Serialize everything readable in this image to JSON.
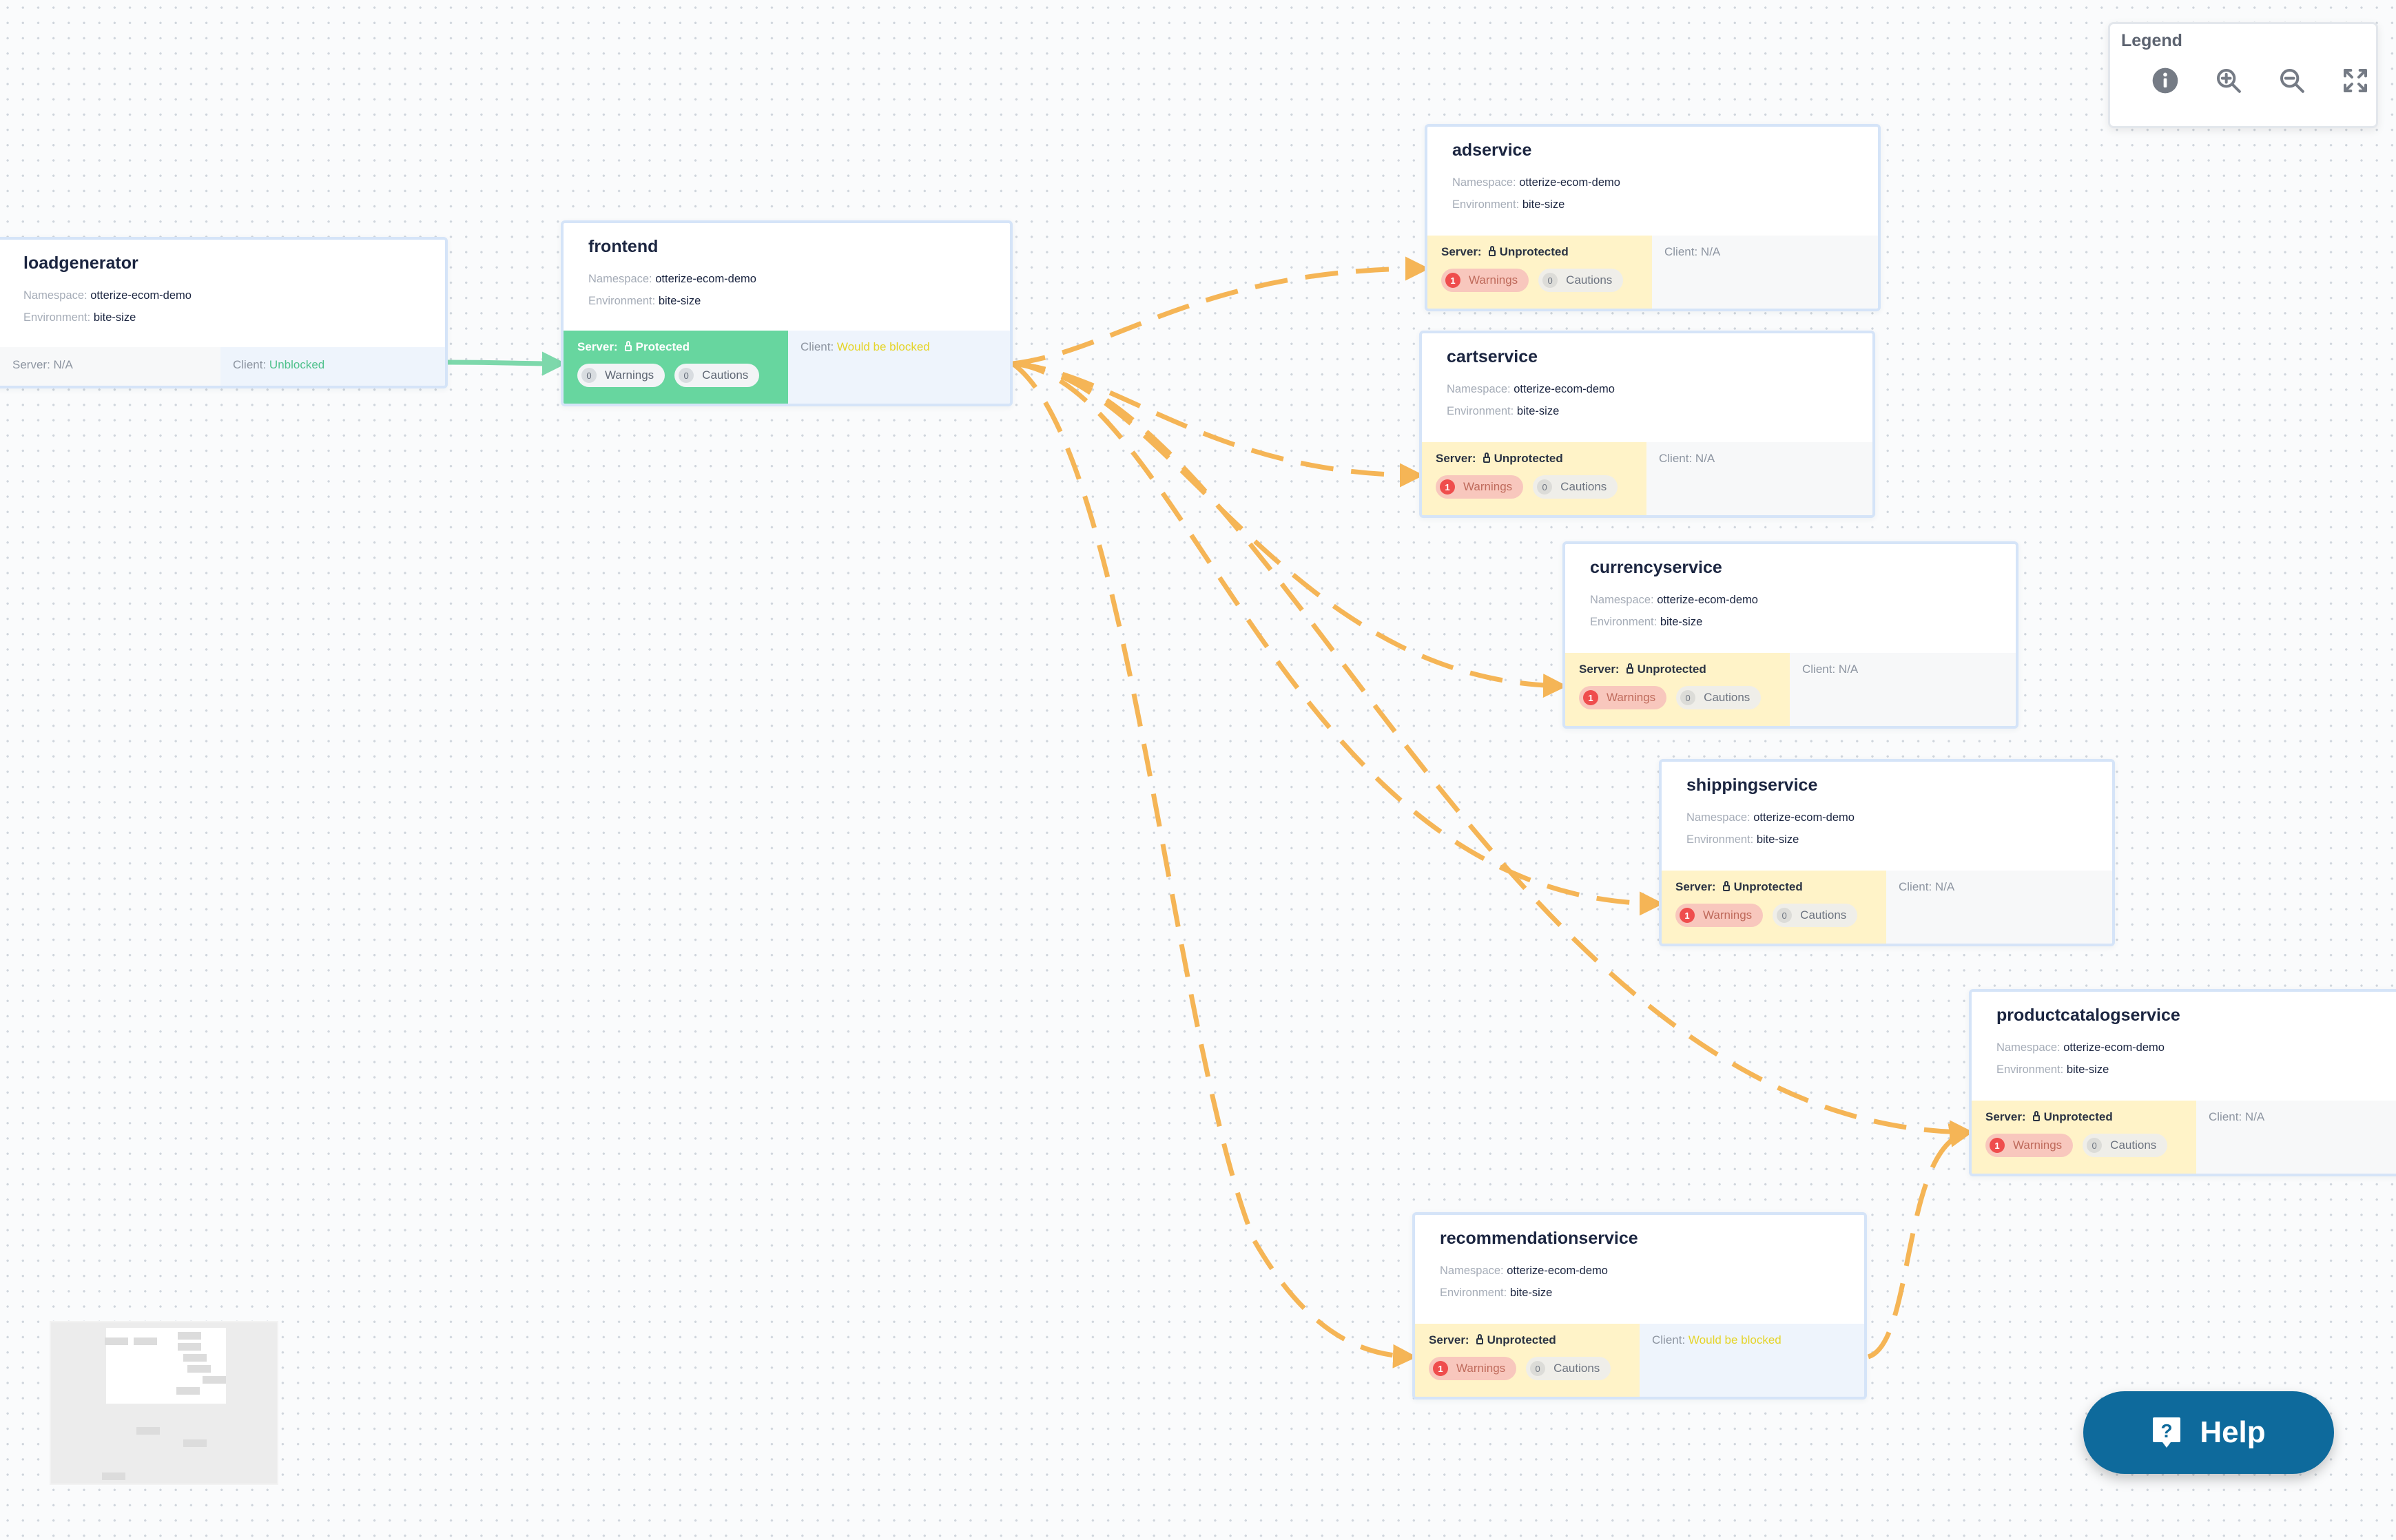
{
  "labels": {
    "namespace_key": "Namespace:",
    "environment_key": "Environment:",
    "server_key": "Server:",
    "client_key": "Client:",
    "warnings": "Warnings",
    "cautions": "Cautions"
  },
  "legend": {
    "title": "Legend"
  },
  "help": {
    "label": "Help"
  },
  "colors": {
    "accent": "#0e6a9c",
    "protected": "#67d69f",
    "unprotected_edge": "#f5b556",
    "allowed_edge": "#7dd8ab"
  },
  "nodes": {
    "loadgenerator": {
      "name": "loadgenerator",
      "namespace": "otterize-ecom-demo",
      "environment": "bite-size",
      "server": "N/A",
      "client": "Unblocked"
    },
    "frontend": {
      "name": "frontend",
      "namespace": "otterize-ecom-demo",
      "environment": "bite-size",
      "server": "Protected",
      "warnings": "0",
      "cautions": "0",
      "client": "Would be blocked"
    },
    "adservice": {
      "name": "adservice",
      "namespace": "otterize-ecom-demo",
      "environment": "bite-size",
      "server": "Unprotected",
      "warnings": "1",
      "cautions": "0",
      "client": "N/A"
    },
    "cartservice": {
      "name": "cartservice",
      "namespace": "otterize-ecom-demo",
      "environment": "bite-size",
      "server": "Unprotected",
      "warnings": "1",
      "cautions": "0",
      "client": "N/A"
    },
    "currencyservice": {
      "name": "currencyservice",
      "namespace": "otterize-ecom-demo",
      "environment": "bite-size",
      "server": "Unprotected",
      "warnings": "1",
      "cautions": "0",
      "client": "N/A"
    },
    "shippingservice": {
      "name": "shippingservice",
      "namespace": "otterize-ecom-demo",
      "environment": "bite-size",
      "server": "Unprotected",
      "warnings": "1",
      "cautions": "0",
      "client": "N/A"
    },
    "productcatalogservice": {
      "name": "productcatalogservice",
      "namespace": "otterize-ecom-demo",
      "environment": "bite-size",
      "server": "Unprotected",
      "warnings": "1",
      "cautions": "0",
      "client": "N/A"
    },
    "recommendationservice": {
      "name": "recommendationservice",
      "namespace": "otterize-ecom-demo",
      "environment": "bite-size",
      "server": "Unprotected",
      "warnings": "1",
      "cautions": "0",
      "client": "Would be blocked"
    }
  }
}
